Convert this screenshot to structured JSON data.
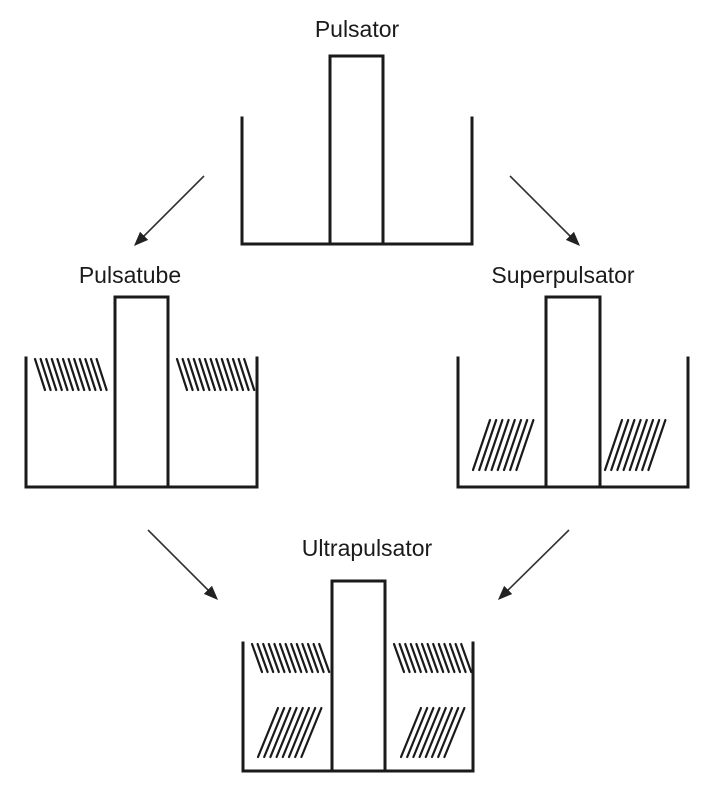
{
  "diagram": {
    "labels": {
      "pulsator": "Pulsator",
      "pulsatube": "Pulsatube",
      "superpulsator": "Superpulsator",
      "ultrapulsator": "Ultrapulsator"
    }
  }
}
